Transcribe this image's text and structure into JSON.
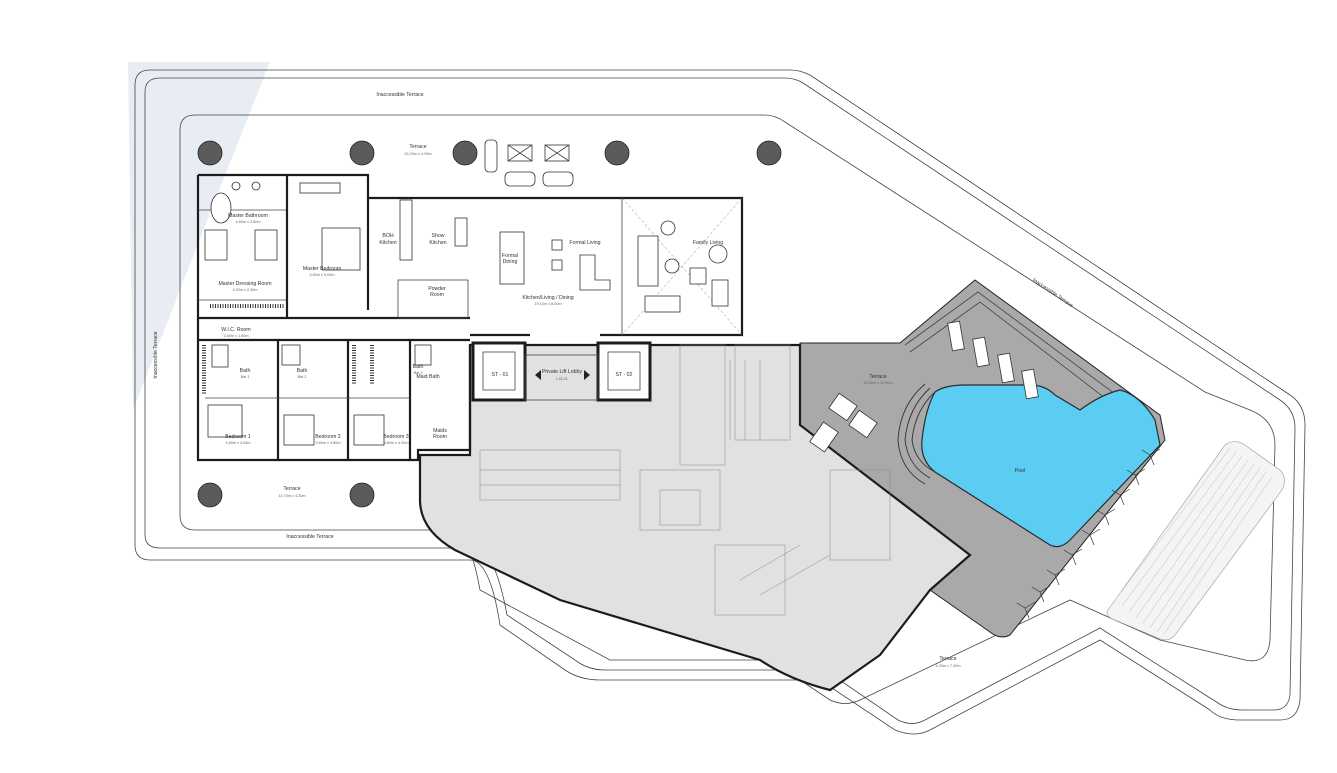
{
  "labels": {
    "inaccessible_top": "Inaccessible Terrace",
    "inaccessible_right": "Inaccessible Terrace",
    "inaccessible_left": "Inaccessible Terrace",
    "inaccessible_bottom": "Inaccessible Terrace",
    "terrace_top": "Terrace",
    "terrace_top_dim": "26.20m x 4.00m",
    "terrace_bottom": "Terrace",
    "terrace_bottom_dim": "14.70m x 4.30m",
    "terrace_pool": "Terrace",
    "terrace_pool_dim": "15.40m x 12.00m",
    "terrace_lower": "Terrace",
    "terrace_lower_dim": "4.20m x 7.40m",
    "pool": "Pool",
    "master_bathroom": "Master Bathroom",
    "master_bathroom_dim": "4.80m x 3.80m",
    "master_bedroom": "Master Bedroom",
    "master_bedroom_dim": "5.80m x 5.00m",
    "master_dressing": "Master Dressing Room",
    "master_dressing_dim": "4.20m x 2.30m",
    "boh_kitchen_1": "BOH",
    "boh_kitchen_2": "Kitchen",
    "show_kitchen_1": "Show",
    "show_kitchen_2": "Kitchen",
    "formal_dining_1": "Formal",
    "formal_dining_2": "Dining",
    "formal_living": "Formal Living",
    "family_living": "Family Living",
    "kitchen_living_dining": "Kitchen/Living / Dining",
    "kitchen_living_dining_dim": "19.10m x 8.50m",
    "powder_room_1": "Powder",
    "powder_room_2": "Room",
    "wic_room": "W.I.C. Room",
    "wic_room_dim": "2.60m x 1.60m",
    "bath_1": "Bath",
    "bath_1b": "Bat 1",
    "bath_2": "Bath",
    "bath_2b": "Bat 2",
    "bath_3": "Bath",
    "bath_3b": "Bat 3",
    "bedroom_1": "Bedroom 1",
    "bedroom_1_dim": "4.80m x 4.00m",
    "bedroom_2": "Bedroom 2",
    "bedroom_2_dim": "3.80m x 3.80m",
    "bedroom_3": "Bedroom 3",
    "bedroom_3_dim": "3.80m x 4.00m",
    "maids_room_1": "Maids",
    "maids_room_2": "Room",
    "maid_bath": "Maid Bath",
    "st01": "ST - 01",
    "st02": "ST - 02",
    "lift_lobby_1": "Private Lift Lobby",
    "lift_lobby_2": "L18-01"
  },
  "colors": {
    "pool_water": "#5ccdf2",
    "terrace_gray": "#a9a9a9",
    "shaded_unit": "#e1e1e1",
    "left_wedge": "#e8edf3"
  }
}
